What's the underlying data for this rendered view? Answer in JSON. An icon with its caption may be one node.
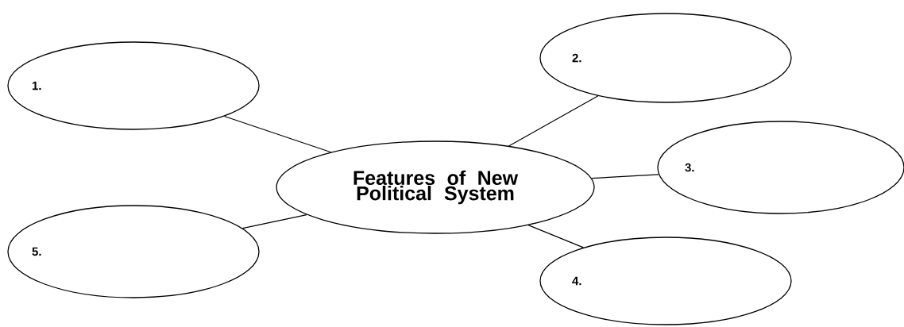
{
  "diagram": {
    "nodes": [
      {
        "text": [
          "Features of New Political System"
        ]
      },
      {
        "text": [
          "1."
        ]
      },
      {
        "text": [
          "2."
        ]
      },
      {
        "text": [
          "3."
        ]
      },
      {
        "text": [
          "4."
        ]
      },
      {
        "text": [
          "5."
        ]
      }
    ],
    "edges": [
      {
        "from": 0,
        "to": 1,
        "arrow": "none"
      },
      {
        "from": 0,
        "to": 2,
        "arrow": "none"
      },
      {
        "from": 0,
        "to": 3,
        "arrow": "none"
      },
      {
        "from": 0,
        "to": 4,
        "arrow": "none"
      },
      {
        "from": 0,
        "to": 5,
        "arrow": "none"
      }
    ]
  }
}
